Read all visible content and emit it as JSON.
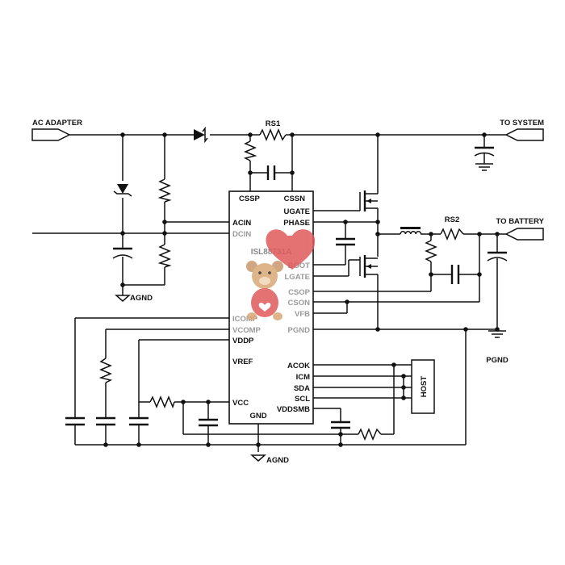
{
  "ports": {
    "ac_adapter": "AC ADAPTER",
    "to_system": "TO SYSTEM",
    "to_battery": "TO BATTERY"
  },
  "components": {
    "rs1": "RS1",
    "rs2": "RS2",
    "host": "HOST"
  },
  "grounds": {
    "agnd_left": "AGND",
    "agnd_bottom": "AGND",
    "pgnd": "PGND"
  },
  "chip": {
    "part": "ISL88731A",
    "pins_left": [
      "ACIN",
      "DCIN",
      "ICOMP",
      "VCOMP",
      "VDDP",
      "VREF",
      "VCC"
    ],
    "pins_right": [
      "PHASE",
      "BOOT",
      "LGATE",
      "CSOP",
      "CSON",
      "VFB",
      "PGND",
      "ACOK",
      "ICM",
      "SDA",
      "SCL",
      "VDDSMB"
    ],
    "pins_top": [
      "CSSP",
      "CSSN",
      "UGATE"
    ],
    "pins_bottom": [
      "GND"
    ]
  },
  "watermark": {
    "icon": "teddy-bear-heart-icon"
  }
}
